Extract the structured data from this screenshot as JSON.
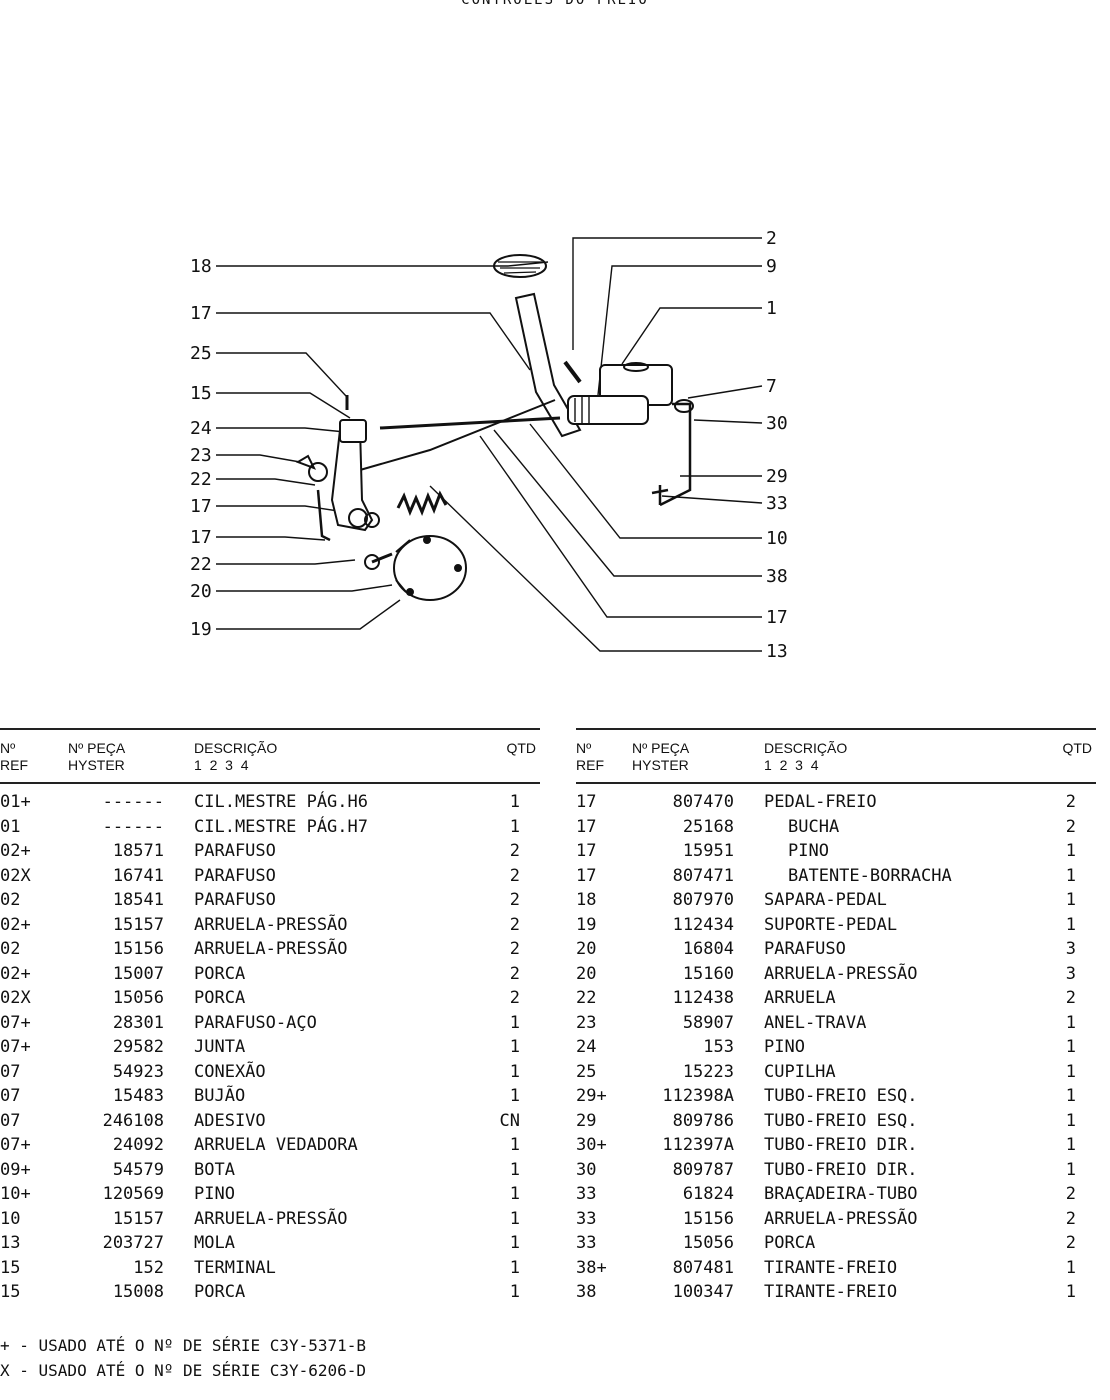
{
  "page_title": "CONTROLES DO FREIO",
  "diagram": {
    "left_labels": [
      "18",
      "17",
      "25",
      "15",
      "24",
      "23",
      "22",
      "17",
      "17",
      "22",
      "20",
      "19"
    ],
    "right_labels": [
      "2",
      "9",
      "1",
      "7",
      "30",
      "29",
      "33",
      "10",
      "38",
      "17",
      "13"
    ]
  },
  "table_headers": {
    "ref_1": "Nº",
    "ref_2": "REF",
    "part_1": "Nº PEÇA",
    "part_2": "HYSTER",
    "desc_1": "DESCRIÇÃO",
    "desc_2": "1  2  3  4",
    "qty": "QTD"
  },
  "parts_left": [
    {
      "ref": "01+",
      "part": "------",
      "desc": "CIL.MESTRE PÁG.H6",
      "qty": "1"
    },
    {
      "ref": "01",
      "part": "------",
      "desc": "CIL.MESTRE PÁG.H7",
      "qty": "1"
    },
    {
      "ref": "02+",
      "part": "18571",
      "desc": "PARAFUSO",
      "qty": "2"
    },
    {
      "ref": "02X",
      "part": "16741",
      "desc": "PARAFUSO",
      "qty": "2"
    },
    {
      "ref": "02",
      "part": "18541",
      "desc": "PARAFUSO",
      "qty": "2"
    },
    {
      "ref": "02+",
      "part": "15157",
      "desc": "ARRUELA-PRESSÃO",
      "qty": "2"
    },
    {
      "ref": "02",
      "part": "15156",
      "desc": "ARRUELA-PRESSÃO",
      "qty": "2"
    },
    {
      "ref": "02+",
      "part": "15007",
      "desc": "PORCA",
      "qty": "2"
    },
    {
      "ref": "02X",
      "part": "15056",
      "desc": "PORCA",
      "qty": "2"
    },
    {
      "ref": "07+",
      "part": "28301",
      "desc": "PARAFUSO-AÇO",
      "qty": "1"
    },
    {
      "ref": "07+",
      "part": "29582",
      "desc": "JUNTA",
      "qty": "1"
    },
    {
      "ref": "07",
      "part": "54923",
      "desc": "CONEXÃO",
      "qty": "1"
    },
    {
      "ref": "07",
      "part": "15483",
      "desc": "BUJÃO",
      "qty": "1"
    },
    {
      "ref": "07",
      "part": "246108",
      "desc": "ADESIVO",
      "qty": "CN"
    },
    {
      "ref": "07+",
      "part": "24092",
      "desc": "ARRUELA VEDADORA",
      "qty": "1"
    },
    {
      "ref": "09+",
      "part": "54579",
      "desc": "BOTA",
      "qty": "1"
    },
    {
      "ref": "10+",
      "part": "120569",
      "desc": "PINO",
      "qty": "1"
    },
    {
      "ref": "10",
      "part": "15157",
      "desc": "ARRUELA-PRESSÃO",
      "qty": "1"
    },
    {
      "ref": "13",
      "part": "203727",
      "desc": "MOLA",
      "qty": "1"
    },
    {
      "ref": "15",
      "part": "152",
      "desc": "TERMINAL",
      "qty": "1"
    },
    {
      "ref": "15",
      "part": "15008",
      "desc": "PORCA",
      "qty": "1"
    }
  ],
  "parts_right": [
    {
      "ref": "17",
      "part": "807470",
      "desc": "PEDAL-FREIO",
      "qty": "2",
      "indent": false
    },
    {
      "ref": "17",
      "part": "25168",
      "desc": "BUCHA",
      "qty": "2",
      "indent": true
    },
    {
      "ref": "17",
      "part": "15951",
      "desc": "PINO",
      "qty": "1",
      "indent": true
    },
    {
      "ref": "17",
      "part": "807471",
      "desc": "BATENTE-BORRACHA",
      "qty": "1",
      "indent": true
    },
    {
      "ref": "18",
      "part": "807970",
      "desc": "SAPARA-PEDAL",
      "qty": "1",
      "indent": false
    },
    {
      "ref": "19",
      "part": "112434",
      "desc": "SUPORTE-PEDAL",
      "qty": "1",
      "indent": false
    },
    {
      "ref": "20",
      "part": "16804",
      "desc": "PARAFUSO",
      "qty": "3",
      "indent": false
    },
    {
      "ref": "20",
      "part": "15160",
      "desc": "ARRUELA-PRESSÃO",
      "qty": "3",
      "indent": false
    },
    {
      "ref": "22",
      "part": "112438",
      "desc": "ARRUELA",
      "qty": "2",
      "indent": false
    },
    {
      "ref": "23",
      "part": "58907",
      "desc": "ANEL-TRAVA",
      "qty": "1",
      "indent": false
    },
    {
      "ref": "24",
      "part": "153",
      "desc": "PINO",
      "qty": "1",
      "indent": false
    },
    {
      "ref": "25",
      "part": "15223",
      "desc": "CUPILHA",
      "qty": "1",
      "indent": false
    },
    {
      "ref": "29+",
      "part": "112398A",
      "desc": "TUBO-FREIO ESQ.",
      "qty": "1",
      "indent": false
    },
    {
      "ref": "29",
      "part": "809786",
      "desc": "TUBO-FREIO ESQ.",
      "qty": "1",
      "indent": false
    },
    {
      "ref": "30+",
      "part": "112397A",
      "desc": "TUBO-FREIO DIR.",
      "qty": "1",
      "indent": false
    },
    {
      "ref": "30",
      "part": "809787",
      "desc": "TUBO-FREIO DIR.",
      "qty": "1",
      "indent": false
    },
    {
      "ref": "33",
      "part": "61824",
      "desc": "BRAÇADEIRA-TUBO",
      "qty": "2",
      "indent": false
    },
    {
      "ref": "33",
      "part": "15156",
      "desc": "ARRUELA-PRESSÃO",
      "qty": "2",
      "indent": false
    },
    {
      "ref": "33",
      "part": "15056",
      "desc": "PORCA",
      "qty": "2",
      "indent": false
    },
    {
      "ref": "38+",
      "part": "807481",
      "desc": "TIRANTE-FREIO",
      "qty": "1",
      "indent": false
    },
    {
      "ref": "38",
      "part": "100347",
      "desc": "TIRANTE-FREIO",
      "qty": "1",
      "indent": false
    }
  ],
  "notes": [
    "+ - USADO ATÉ O Nº DE SÉRIE C3Y-5371-B",
    "X - USADO ATÉ O Nº DE SÉRIE C3Y-6206-D"
  ]
}
